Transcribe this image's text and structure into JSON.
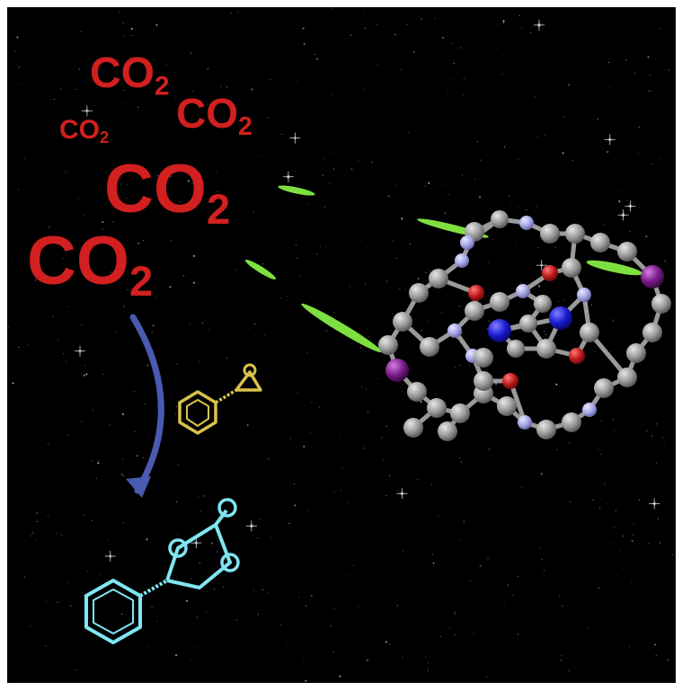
{
  "co2_labels": [
    {
      "main": "CO",
      "sub": "2"
    },
    {
      "main": "CO",
      "sub": "2"
    },
    {
      "main": "CO",
      "sub": "2"
    },
    {
      "main": "CO",
      "sub": "2"
    },
    {
      "main": "CO",
      "sub": "2"
    }
  ],
  "colors": {
    "background": "#000000",
    "co2_text": "#d21f1f",
    "arrow": "#4a5ab0",
    "epoxide": "#d8c24a",
    "carbonate": "#7fe6f2",
    "carbon_atom": "#9a9a9a",
    "nitrogen_atom": "#a6a6e6",
    "oxygen_atom": "#c01a1a",
    "iodine_atom": "#7a1a8a",
    "metal_atom": "#1a1ad0",
    "interaction_lobe": "#7ee040"
  }
}
